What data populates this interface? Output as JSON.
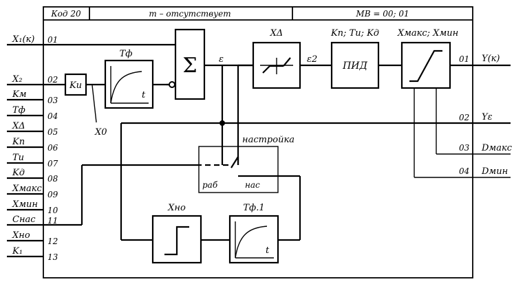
{
  "header": {
    "code": "Код 20",
    "mode": "т – отсутствует",
    "mv": "МВ = 00; 01"
  },
  "inputs": [
    {
      "label": "X₁(к)",
      "num": "01"
    },
    {
      "label": "X₂",
      "num": "02"
    },
    {
      "label": "Kм",
      "num": "03"
    },
    {
      "label": "Tф",
      "num": "04"
    },
    {
      "label": "XΔ",
      "num": "05"
    },
    {
      "label": "Kп",
      "num": "06"
    },
    {
      "label": "Tи",
      "num": "07"
    },
    {
      "label": "Kд",
      "num": "08"
    },
    {
      "label": "Xмакс",
      "num": "09"
    },
    {
      "label": "Xмин",
      "num": "10"
    },
    {
      "label": "Cнас",
      "num": "11"
    },
    {
      "label": "Xно",
      "num": "12"
    },
    {
      "label": "K₁",
      "num": "13"
    }
  ],
  "outputs": [
    {
      "num": "01",
      "label": "Y(к)"
    },
    {
      "num": "02",
      "label": "Yε"
    },
    {
      "num": "03",
      "label": "Dмакс"
    },
    {
      "num": "04",
      "label": "Dмин"
    }
  ],
  "blocks": {
    "ki": "Kи",
    "tf": "Tф",
    "t_axis": "t",
    "x0": "X0",
    "sum": "Σ",
    "eps": "ε",
    "xdelta": "XΔ",
    "eps2": "ε2",
    "pid_params": "Kп; Tи; Kд",
    "pid": "ПИД",
    "limits": "Xмакс; Xмин",
    "tuning": "настройка",
    "work": "раб",
    "sat": "нас",
    "xno": "Xно",
    "tf1": "Tф.1",
    "t_axis2": "t"
  }
}
